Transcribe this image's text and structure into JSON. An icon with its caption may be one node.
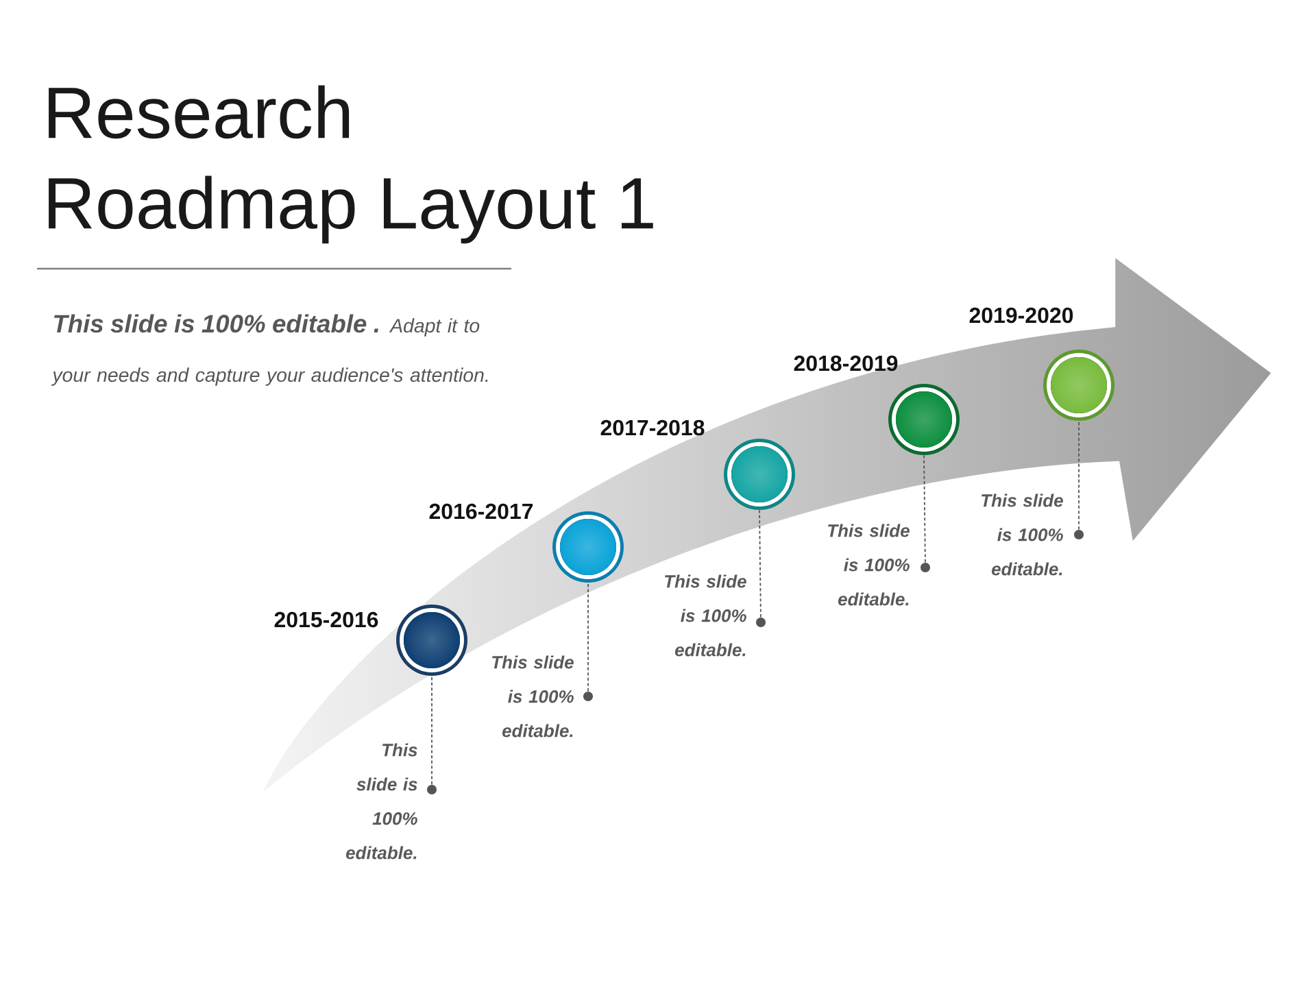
{
  "diagram": {
    "title": "Research Roadmap Layout 1",
    "nodes": [
      {
        "text": [],
        "shape": "circle",
        "beside": [
          "2015-2016"
        ]
      },
      {
        "text": [],
        "shape": "circle",
        "beside": [
          "2016-2017"
        ]
      },
      {
        "text": [],
        "shape": "circle",
        "beside": [
          "2017-2018"
        ]
      },
      {
        "text": [],
        "shape": "circle",
        "beside": [
          "2018-2019"
        ]
      },
      {
        "text": [],
        "shape": "circle",
        "beside": [
          "2019-2020"
        ]
      },
      {
        "text": [
          "This slide is 100% editable."
        ]
      },
      {
        "text": [
          "This slide is 100% editable."
        ]
      },
      {
        "text": [
          "This slide is 100% editable."
        ]
      },
      {
        "text": [
          "This slide is 100% editable."
        ]
      },
      {
        "text": [
          "This slide is 100% editable."
        ]
      }
    ],
    "edges": [
      {
        "from": 5,
        "to": 0,
        "arrow": "other",
        "style": "dashed"
      },
      {
        "from": 6,
        "to": 1,
        "arrow": "other",
        "style": "dashed"
      },
      {
        "from": 7,
        "to": 2,
        "arrow": "other",
        "style": "dashed"
      },
      {
        "from": 8,
        "to": 3,
        "arrow": "other",
        "style": "dashed"
      },
      {
        "from": 9,
        "to": 4,
        "arrow": "other",
        "style": "dashed"
      }
    ],
    "labels": [
      "**This slide is 100% editable .** Adapt it to your needs and capture your audience's attention."
    ]
  }
}
